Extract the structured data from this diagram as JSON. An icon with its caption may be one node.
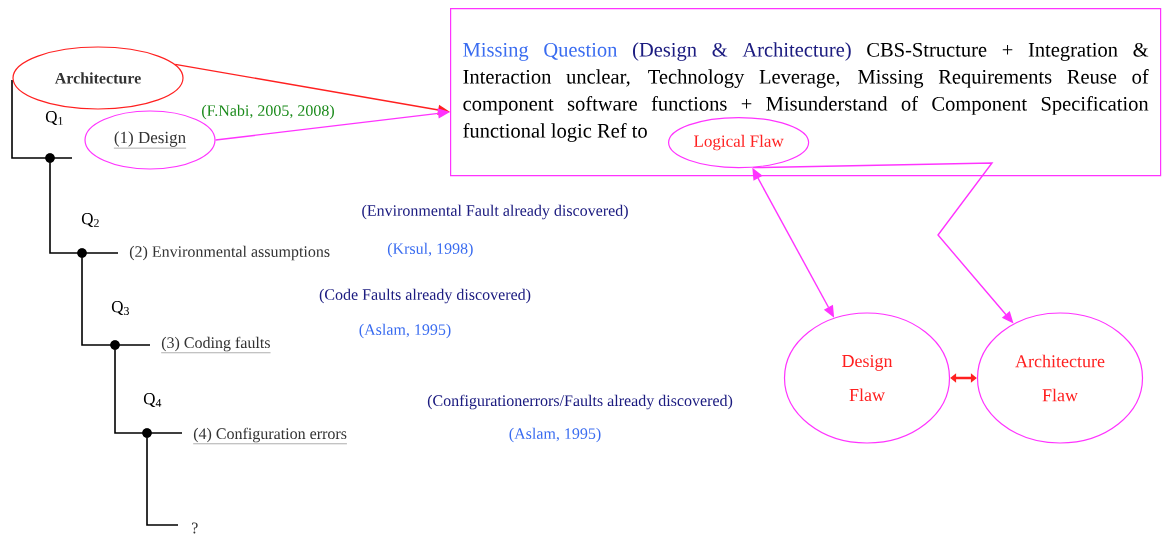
{
  "diagram": {
    "nodes": [
      {
        "text": [
          "Missing Question",
          "(Design & Architecture)",
          "CBS-Structure + Integration & Interaction unclear, Technology Leverage, Missing Requirements Reuse of component software functions + Misunderstand of Component Specification functional logic Ref to"
        ]
      },
      {
        "text": [
          "Logical Flaw"
        ],
        "in": 0
      },
      {
        "text": [
          "Architecture"
        ]
      },
      {
        "text": [
          "(1) Design"
        ]
      },
      {
        "text": [
          "Design Flaw"
        ]
      },
      {
        "text": [
          "Architecture Flaw"
        ]
      }
    ],
    "edges": [
      {
        "from": 2,
        "to": 0,
        "arrow": "to",
        "color": "#ff2020"
      },
      {
        "from": 3,
        "to": 0,
        "arrow": "to",
        "label": "(F.Nabi, 2005, 2008)",
        "color": "#ff33ff"
      },
      {
        "from": 1,
        "to": 4,
        "arrow": "both",
        "color": "#ff33ff"
      },
      {
        "from": 1,
        "to": 5,
        "arrow": "to",
        "color": "#ff33ff"
      },
      {
        "from": 4,
        "to": 5,
        "arrow": "both",
        "color": "#ff2020"
      }
    ],
    "labels": [
      "Q$_{1}$",
      "(Environmental Fault already discovered)",
      "Q$_{2}$",
      "(2) Environmental assumptions",
      "(Krsul, 1998)",
      "(Code Faults already discovered)",
      "Q$_{3}$",
      "(Aslam, 1995)",
      "(3) Coding faults",
      "(Configurationerrors/Faults already discovered)",
      "Q$_{4}$",
      "(4) Configuration errors",
      "(Aslam, 1995)",
      "?"
    ]
  }
}
